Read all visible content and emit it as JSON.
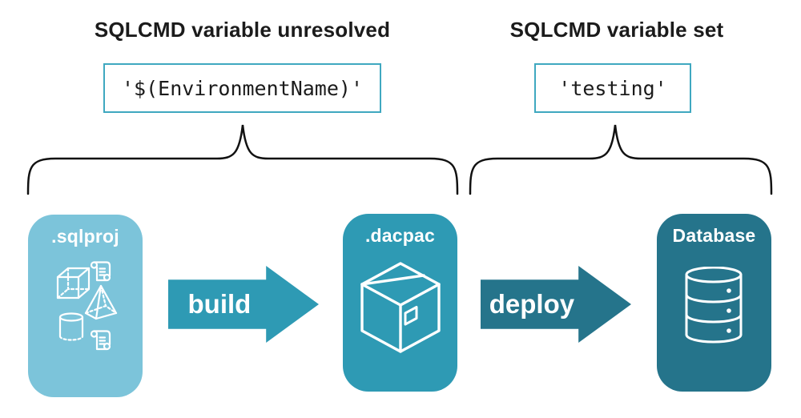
{
  "annotations": {
    "left": {
      "title": "SQLCMD variable unresolved",
      "code": "'$(EnvironmentName)'"
    },
    "right": {
      "title": "SQLCMD variable set",
      "code": "'testing'"
    }
  },
  "flow": {
    "nodes": [
      {
        "id": "sqlproj",
        "label": ".sqlproj",
        "color": "#7CC4DA",
        "icon": "sql-objects-icon"
      },
      {
        "id": "dacpac",
        "label": ".dacpac",
        "color": "#2E9AB4",
        "icon": "package-box-icon"
      },
      {
        "id": "database",
        "label": "Database",
        "color": "#25748B",
        "icon": "database-icon"
      }
    ],
    "arrows": [
      {
        "label": "build",
        "color": "#2E9AB4"
      },
      {
        "label": "deploy",
        "color": "#25748B"
      }
    ]
  },
  "colors": {
    "background": "#ffffff",
    "code_box_border": "#3FA8C0",
    "text": "#1b1b1b",
    "brace": "#111111",
    "icon_stroke": "#ffffff"
  }
}
